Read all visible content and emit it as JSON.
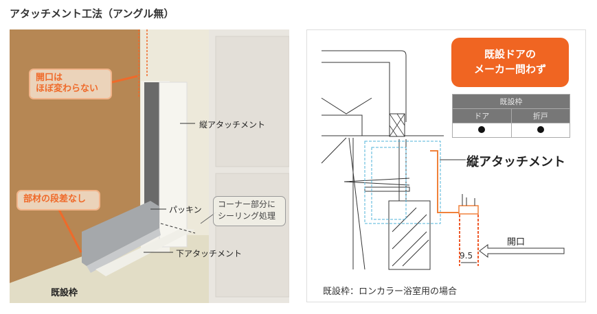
{
  "title": "アタッチメント工法（アングル無）",
  "left_photo": {
    "callout_opening": [
      "開口は",
      "ほぼ変わらない"
    ],
    "callout_no_step": "部材の段差なし",
    "label_vertical_attachment": "縦アタッチメント",
    "label_packing": "パッキン",
    "note_corner": [
      "コーナー部分に",
      "シーリング処理"
    ],
    "label_bottom_attachment": "下アタッチメント",
    "label_existing_frame": "既設枠"
  },
  "right_diagram": {
    "badge": [
      "既設ドアの",
      "メーカー問わず"
    ],
    "table": {
      "header": "既設枠",
      "columns": [
        "ドア",
        "折戸"
      ],
      "values": [
        "●",
        "●"
      ]
    },
    "label_vertical_attachment": "縦アタッチメント",
    "label_opening": "開口",
    "dimension": "9.5",
    "caption": "既設枠：ロンカラー浴室用の場合"
  },
  "colors": {
    "accent": "#f06522",
    "callout_text": "#ef6a2a",
    "table_header": "#777777",
    "wall": "#b98a55"
  }
}
